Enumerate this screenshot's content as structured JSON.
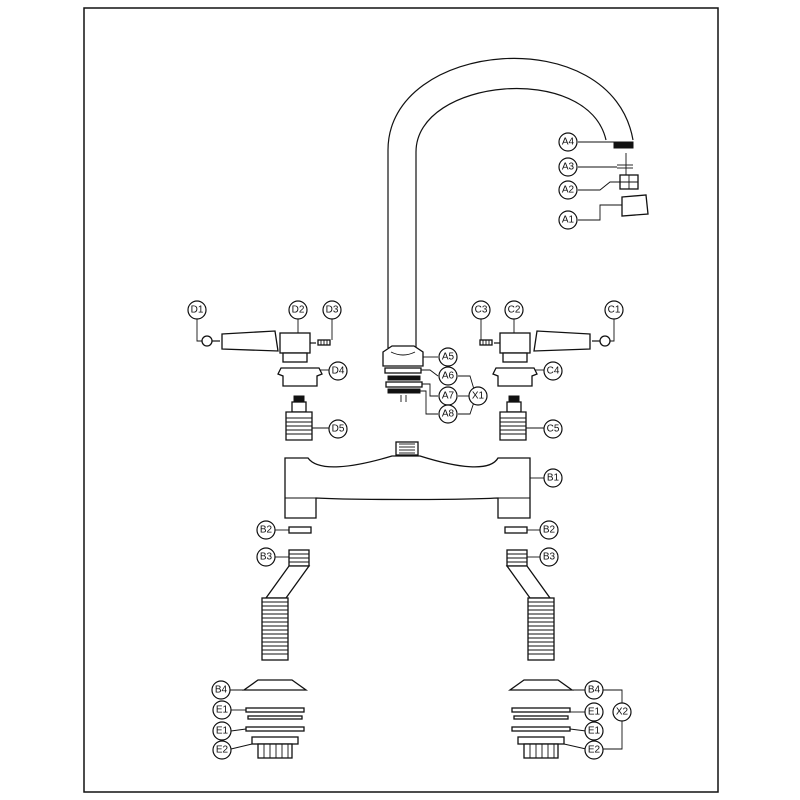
{
  "callouts": {
    "A1": "A1",
    "A2": "A2",
    "A3": "A3",
    "A4": "A4",
    "A5": "A5",
    "A6": "A6",
    "A7": "A7",
    "A8": "A8",
    "X1": "X1",
    "X2": "X2",
    "B1": "B1",
    "B2": "B2",
    "B3": "B3",
    "B4": "B4",
    "C1": "C1",
    "C2": "C2",
    "C3": "C3",
    "C4": "C4",
    "C5": "C5",
    "D1": "D1",
    "D2": "D2",
    "D3": "D3",
    "D4": "D4",
    "D5": "D5",
    "E1": "E1",
    "E2": "E2"
  }
}
